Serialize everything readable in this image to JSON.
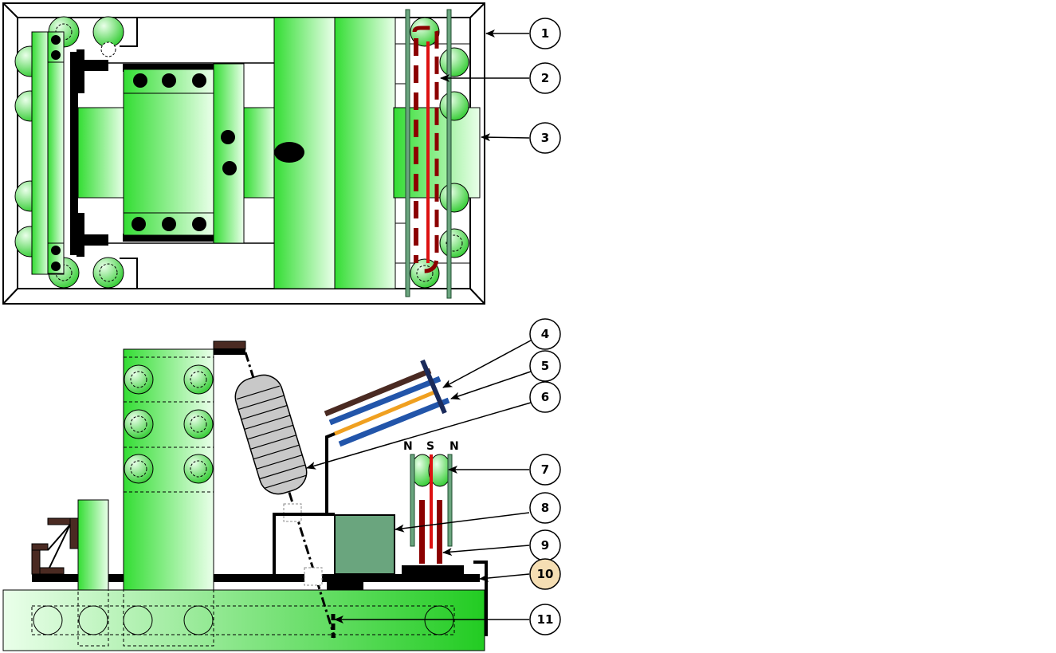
{
  "colors": {
    "green_light": "#eaffea",
    "green_dark": "#33dd33",
    "dark_green_plate": "#6aa57e",
    "red_dark": "#8b0000",
    "red_bright": "#dd1111",
    "blue": "#2255aa",
    "orange": "#f0a020",
    "brown": "#4a2a22",
    "highlight_fill": "#f5deb3"
  },
  "poles": [
    "N",
    "S",
    "N"
  ],
  "callouts": [
    {
      "label": "1",
      "highlighted": false
    },
    {
      "label": "2",
      "highlighted": false
    },
    {
      "label": "3",
      "highlighted": false
    },
    {
      "label": "4",
      "highlighted": false
    },
    {
      "label": "5",
      "highlighted": false
    },
    {
      "label": "6",
      "highlighted": false
    },
    {
      "label": "7",
      "highlighted": false
    },
    {
      "label": "8",
      "highlighted": false
    },
    {
      "label": "9",
      "highlighted": false
    },
    {
      "label": "10",
      "highlighted": true
    },
    {
      "label": "11",
      "highlighted": false
    }
  ]
}
